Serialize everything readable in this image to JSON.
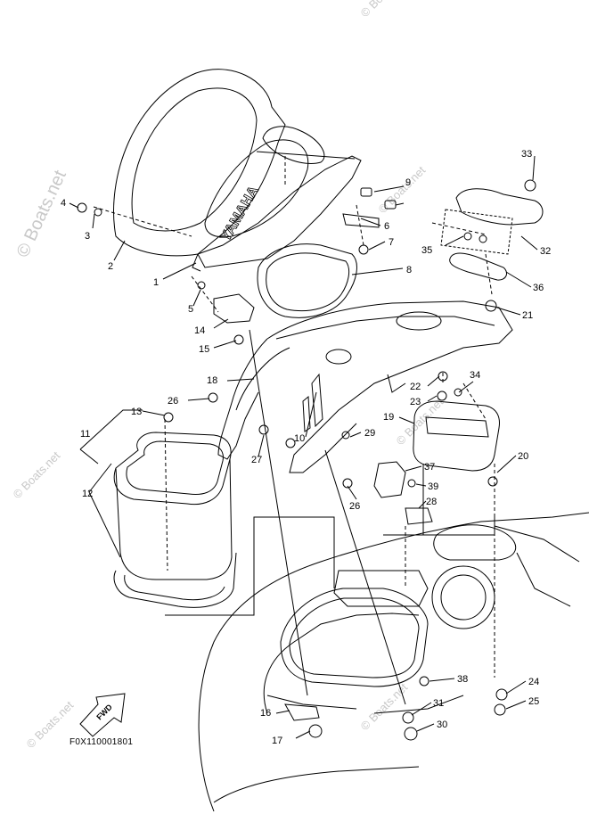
{
  "diagram": {
    "part_code": "F0X110001801",
    "fwd_label": "FWD",
    "brand_text": "YAMAHA",
    "watermark": "© Boats.net",
    "callouts": [
      "1",
      "2",
      "3",
      "4",
      "5",
      "6",
      "7",
      "8",
      "9",
      "10",
      "11",
      "12",
      "13",
      "14",
      "15",
      "16",
      "17",
      "18",
      "19",
      "20",
      "21",
      "22",
      "23",
      "24",
      "25",
      "26",
      "26",
      "27",
      "28",
      "29",
      "30",
      "31",
      "32",
      "33",
      "34",
      "35",
      "36",
      "37",
      "38",
      "39"
    ]
  }
}
